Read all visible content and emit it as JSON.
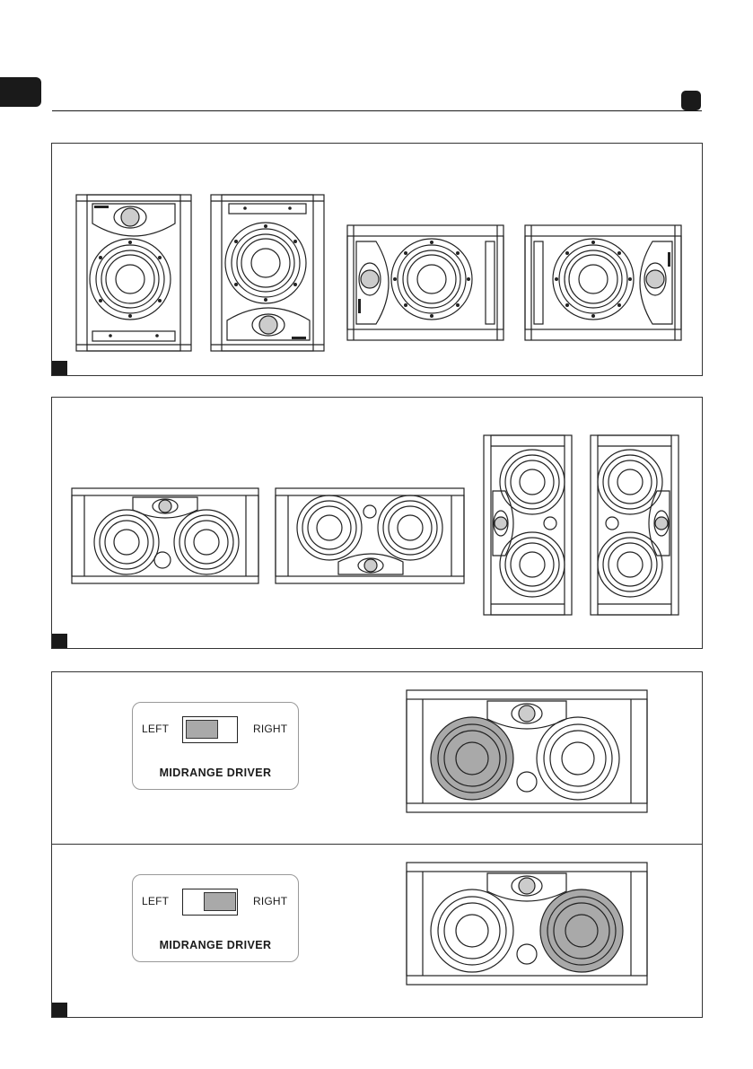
{
  "switch_top": {
    "left_label": "LEFT",
    "right_label": "RIGHT",
    "title": "MIDRANGE DRIVER",
    "position": "left"
  },
  "switch_bottom": {
    "left_label": "LEFT",
    "right_label": "RIGHT",
    "title": "MIDRANGE DRIVER",
    "position": "right"
  },
  "colors": {
    "ink": "#1a1a1a",
    "highlight": "#a9a9a9"
  }
}
